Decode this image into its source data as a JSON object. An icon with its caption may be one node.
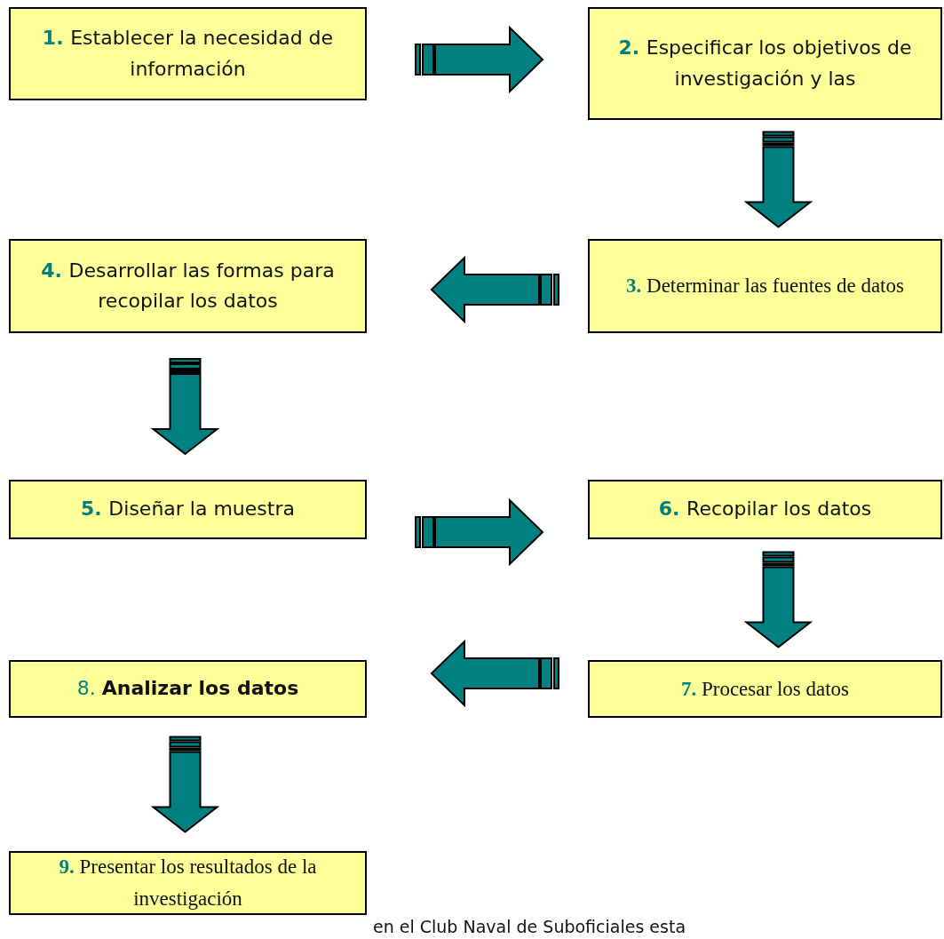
{
  "diagram": {
    "nodes": [
      {
        "text": [
          "1.",
          "Establecer la necesidad de información"
        ]
      },
      {
        "text": [
          "2.",
          "Especificar los objetivos de investigación y las"
        ]
      },
      {
        "text": [
          "3.",
          "Determinar las fuentes de datos"
        ]
      },
      {
        "text": [
          "4.",
          "Desarrollar las formas para recopilar los datos"
        ]
      },
      {
        "text": [
          "5.",
          "Diseñar la muestra"
        ]
      },
      {
        "text": [
          "6.",
          "Recopilar los datos"
        ]
      },
      {
        "text": [
          "7.",
          "Procesar los datos"
        ]
      },
      {
        "text": [
          "8.",
          "Analizar los datos"
        ]
      },
      {
        "text": [
          "9.",
          "Presentar los resultados de la investigación"
        ]
      }
    ],
    "edges": [
      {
        "from": 0,
        "to": 1,
        "arrow": "to"
      },
      {
        "from": 1,
        "to": 2,
        "arrow": "to"
      },
      {
        "from": 2,
        "to": 3,
        "arrow": "to"
      },
      {
        "from": 3,
        "to": 4,
        "arrow": "to"
      },
      {
        "from": 4,
        "to": 5,
        "arrow": "to"
      },
      {
        "from": 5,
        "to": 6,
        "arrow": "to"
      },
      {
        "from": 6,
        "to": 7,
        "arrow": "to"
      },
      {
        "from": 7,
        "to": 8,
        "arrow": "to"
      }
    ],
    "labels": [
      "en el Club Naval de Suboficiales esta"
    ]
  }
}
